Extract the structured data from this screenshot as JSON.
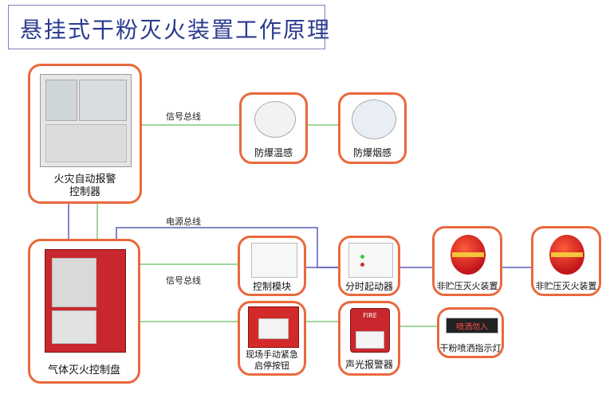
{
  "title": "悬挂式干粉灭火装置工作原理",
  "wire_labels": {
    "signal_bus_top": "信号总线",
    "power_bus": "电源总线",
    "signal_bus_bottom": "信号总线"
  },
  "nodes": {
    "fire_alarm_controller": "火灾自动报警\n控制器",
    "explosion_proof_heat": "防爆温感",
    "explosion_proof_smoke": "防爆烟感",
    "gas_extinguishing_panel": "气体灭火控制盘",
    "control_module": "控制模块",
    "time_delay_starter": "分时起动器",
    "non_stored_pressure_1": "非贮压灭火装置",
    "non_stored_pressure_2": "非贮压灭火装置",
    "manual_emergency_button": "现场手动紧急\n启停按钮",
    "sound_light_alarm": "声光报警器",
    "discharge_indicator": "干粉喷洒指示灯"
  },
  "device_text": {
    "fire_label": "FIRE",
    "indicator_text": "喷洒勿入"
  },
  "colors": {
    "node_border": "#e9693d",
    "green_wire": "#7fc97f",
    "blue_wire": "#5a5ab8",
    "title_text": "#2b3b8f"
  }
}
